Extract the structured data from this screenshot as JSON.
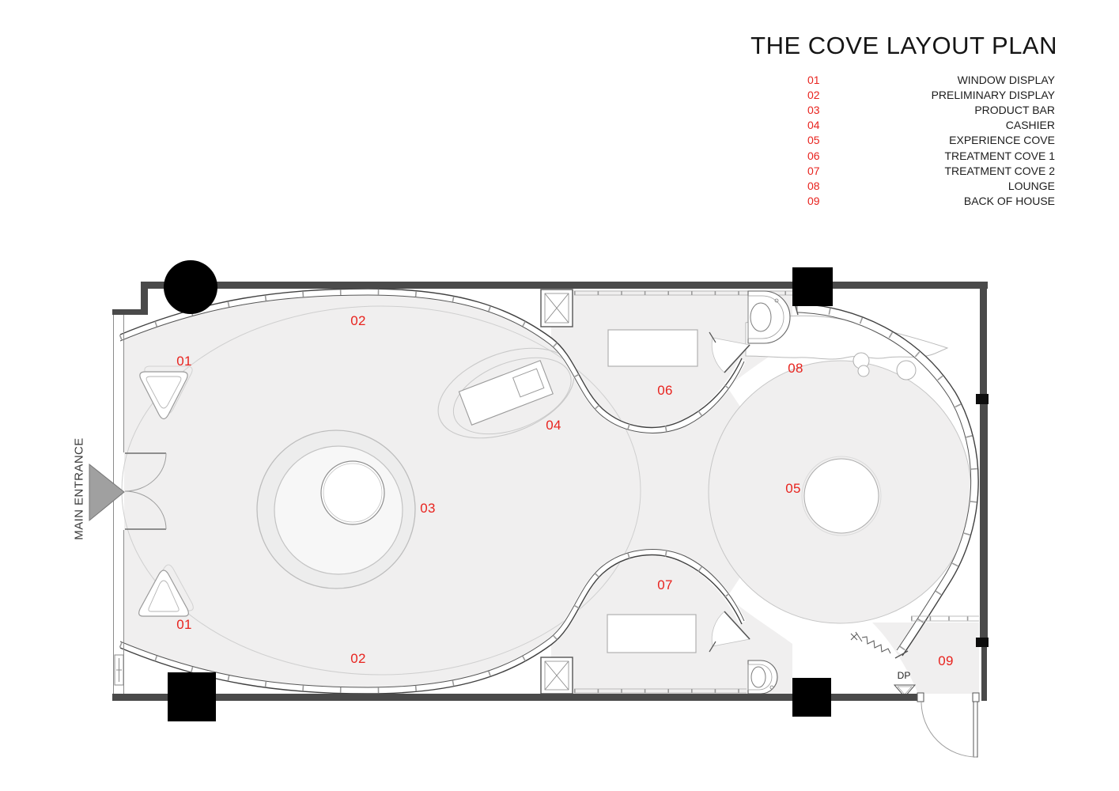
{
  "title": "THE COVE LAYOUT PLAN",
  "legend": {
    "items": [
      {
        "num": "01",
        "label": "WINDOW DISPLAY"
      },
      {
        "num": "02",
        "label": "PRELIMINARY DISPLAY"
      },
      {
        "num": "03",
        "label": "PRODUCT BAR"
      },
      {
        "num": "04",
        "label": "CASHIER"
      },
      {
        "num": "05",
        "label": "EXPERIENCE COVE"
      },
      {
        "num": "06",
        "label": "TREATMENT COVE 1"
      },
      {
        "num": "07",
        "label": "TREATMENT COVE 2"
      },
      {
        "num": "08",
        "label": "LOUNGE"
      },
      {
        "num": "09",
        "label": "BACK OF HOUSE"
      }
    ]
  },
  "plan": {
    "entrance_label": "MAIN ENTRANCE",
    "dp_label": "DP",
    "room_labels": [
      {
        "id": "window-display-top",
        "text": "01"
      },
      {
        "id": "preliminary-display-top",
        "text": "02"
      },
      {
        "id": "product-bar",
        "text": "03"
      },
      {
        "id": "cashier",
        "text": "04"
      },
      {
        "id": "experience-cove",
        "text": "05"
      },
      {
        "id": "treatment-cove-1",
        "text": "06"
      },
      {
        "id": "treatment-cove-2",
        "text": "07"
      },
      {
        "id": "lounge",
        "text": "08"
      },
      {
        "id": "back-of-house",
        "text": "09"
      },
      {
        "id": "window-display-bottom",
        "text": "01"
      },
      {
        "id": "preliminary-display-bottom",
        "text": "02"
      }
    ],
    "colors": {
      "accent_red": "#e8231e",
      "wall_dark": "#4a4a4a",
      "floor": "#f0efef",
      "column_black": "#000000"
    }
  }
}
